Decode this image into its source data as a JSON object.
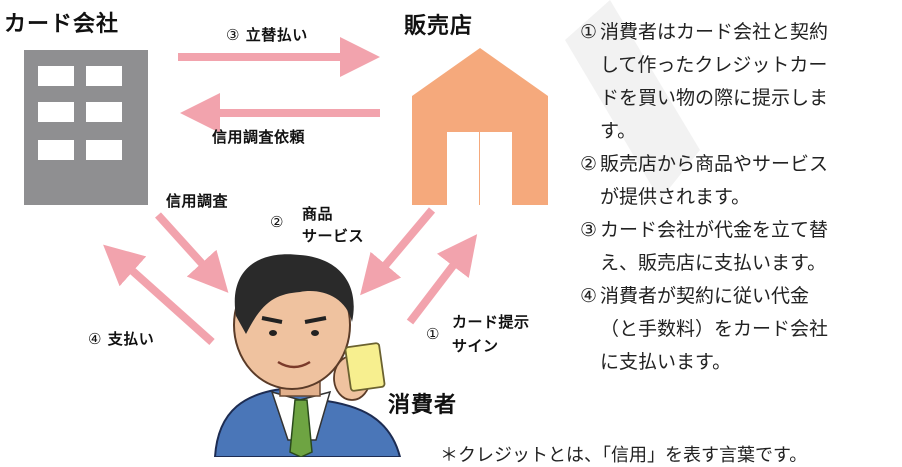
{
  "nodes": {
    "card_company": "カード会社",
    "shop": "販売店",
    "consumer": "消費者"
  },
  "arrows": {
    "advance_payment": {
      "num": "③",
      "label": "立替払い"
    },
    "credit_check_request": {
      "label": "信用調査依頼"
    },
    "credit_check": {
      "label": "信用調査"
    },
    "goods": {
      "num": "②",
      "label1": "商品",
      "label2": "サービス"
    },
    "card_present": {
      "num": "①",
      "label1": "カード提示",
      "label2": "サイン"
    },
    "payment": {
      "num": "④",
      "label": "支払い"
    }
  },
  "steps": [
    {
      "num": "①",
      "lines": [
        "消費者はカード会社と契約",
        "して作ったクレジットカー",
        "ドを買い物の際に提示しま",
        "す。"
      ]
    },
    {
      "num": "②",
      "lines": [
        "販売店から商品やサービス",
        "が提供されます。"
      ]
    },
    {
      "num": "③",
      "lines": [
        "カード会社が代金を立て替",
        "え、販売店に支払います。"
      ]
    },
    {
      "num": "④",
      "lines": [
        "消費者が契約に従い代金",
        "（と手数料）をカード会社",
        "に支払います。"
      ]
    }
  ],
  "note": "＊クレジットとは、「信用」を表す言葉です。",
  "colors": {
    "building": "#8f8f91",
    "shop": "#f5a97c",
    "arrow": "#f2a3ad"
  }
}
